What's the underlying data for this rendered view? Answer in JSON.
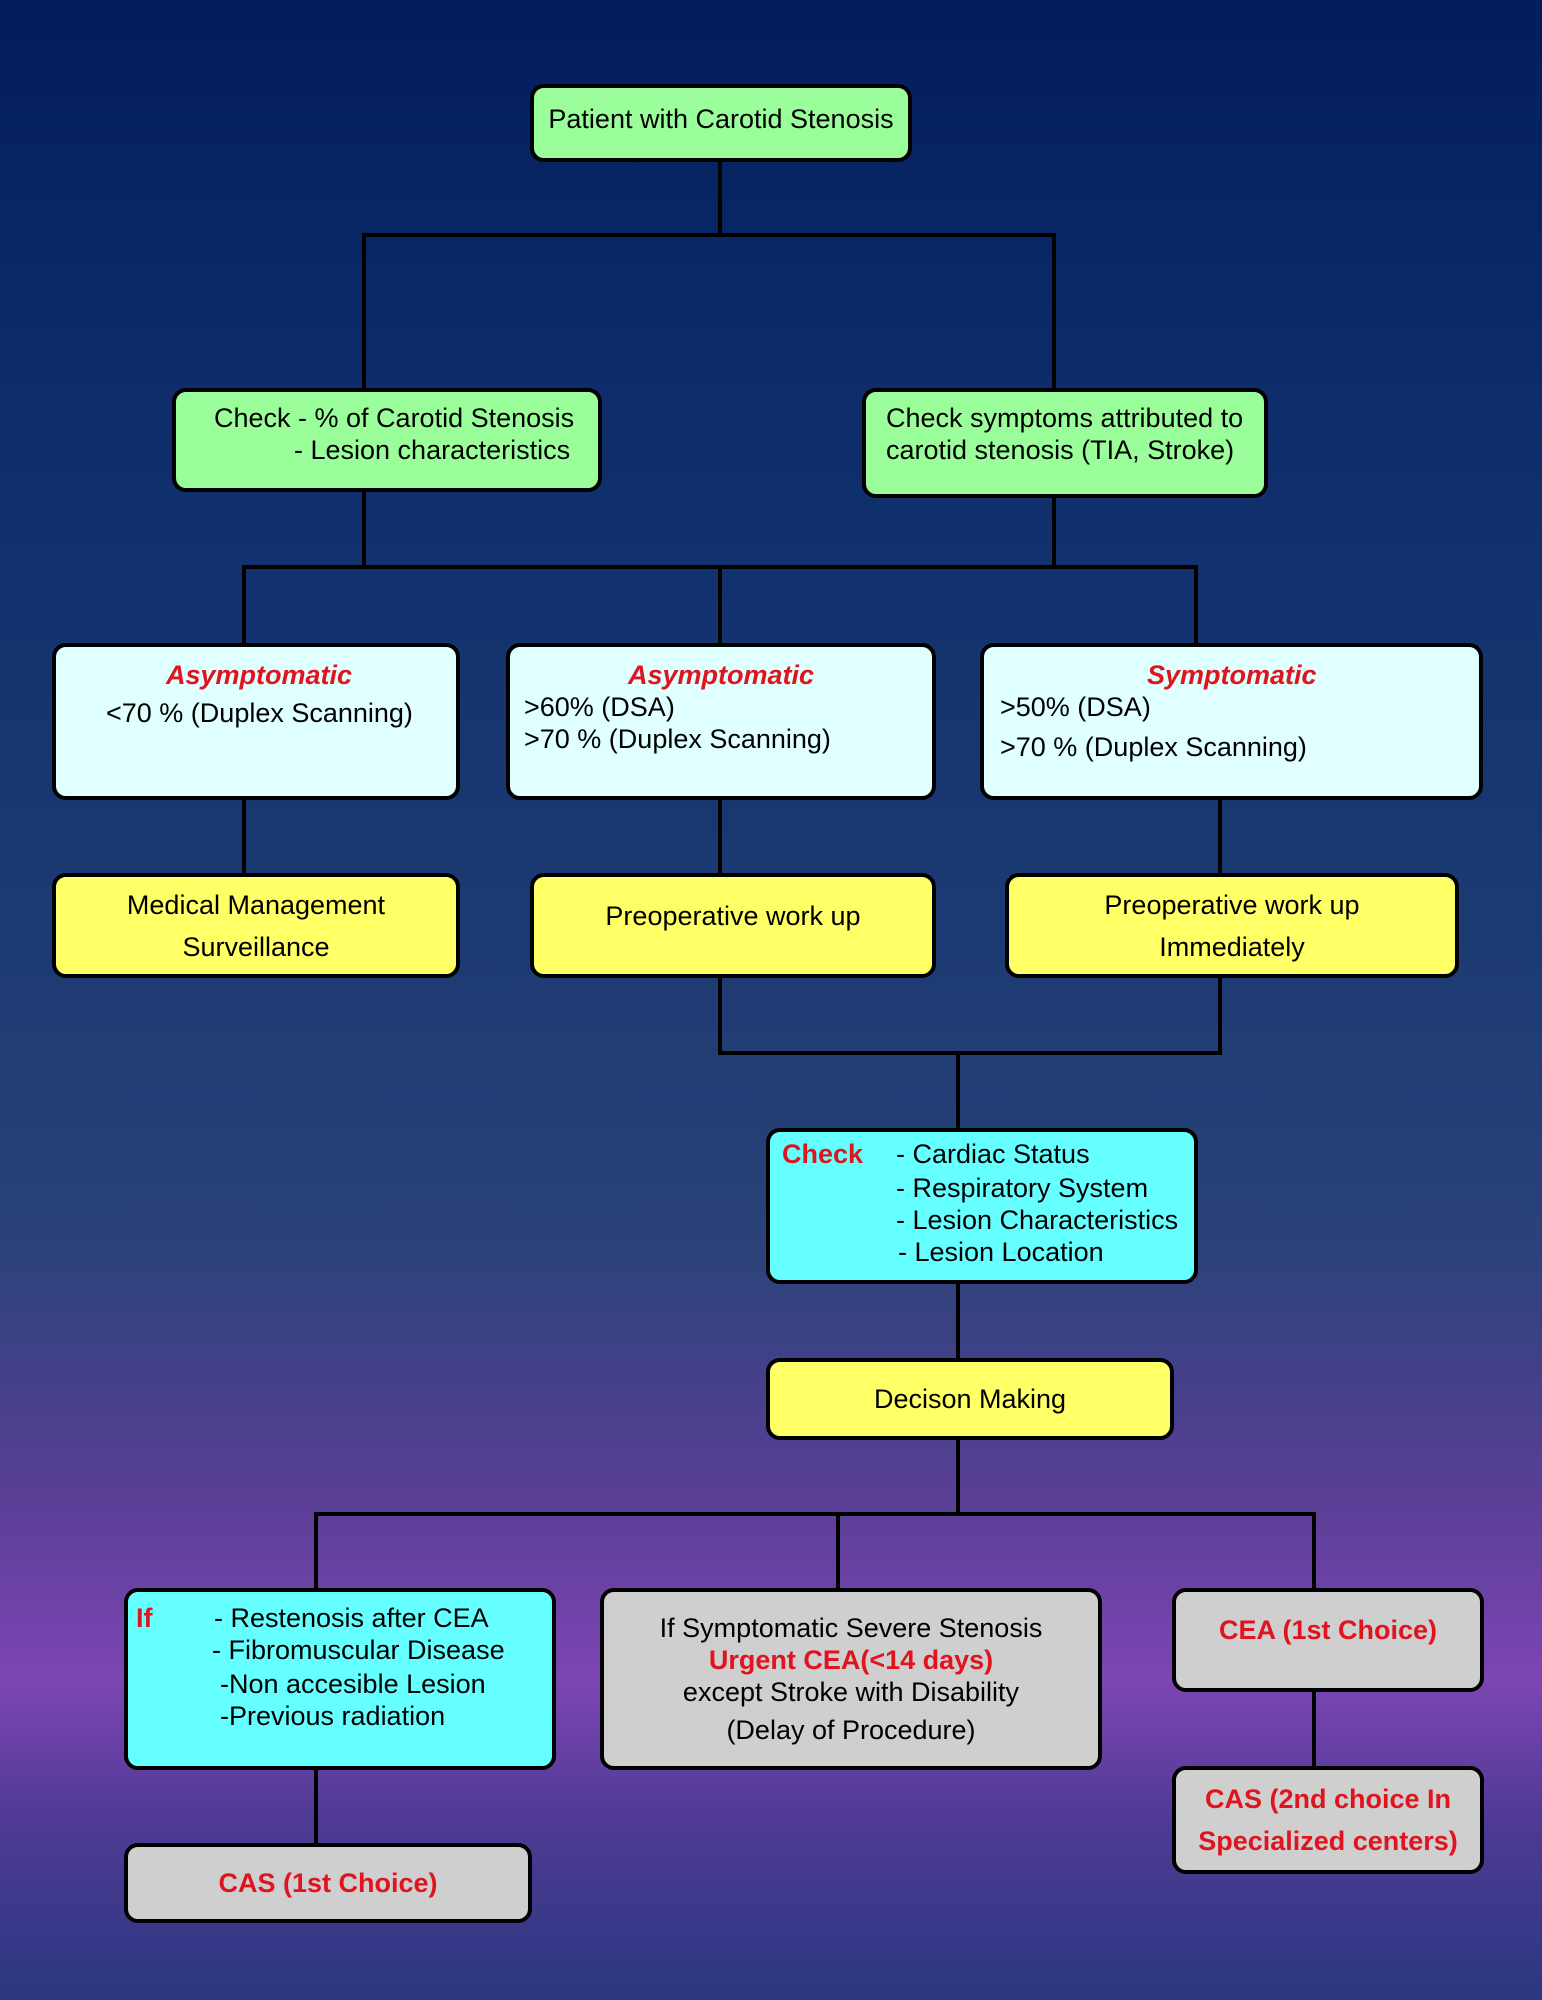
{
  "nodes": {
    "root": {
      "text": "Patient with Carotid Stenosis"
    },
    "check_stenosis": {
      "line1": "Check - % of Carotid Stenosis",
      "line2": "- Lesion  characteristics"
    },
    "check_symptoms": {
      "line1": "Check  symptoms attributed to",
      "line2": "carotid stenosis (TIA, Stroke)"
    },
    "asym_low": {
      "heading": "Asymptomatic",
      "line1": "<70 % (Duplex Scanning)"
    },
    "asym_high": {
      "heading": "Asymptomatic",
      "line1": ">60% (DSA)",
      "line2": ">70 % (Duplex Scanning)"
    },
    "sym": {
      "heading": "Symptomatic",
      "line1": ">50% (DSA)",
      "line2": ">70 % (Duplex Scanning)"
    },
    "medical": {
      "line1": "Medical Management",
      "line2": "Surveillance"
    },
    "preop": {
      "text": "Preoperative work up"
    },
    "preop_immediate": {
      "line1": "Preoperative work up",
      "line2": "Immediately"
    },
    "check_status": {
      "label": "Check",
      "items": [
        "- Cardiac Status",
        "- Respiratory System",
        "- Lesion Characteristics",
        "- Lesion Location"
      ]
    },
    "decision": {
      "text": "Decison Making"
    },
    "if_box": {
      "label": "If",
      "items": [
        "- Restenosis after CEA",
        "- Fibromuscular Disease",
        "-Non accesible Lesion",
        "-Previous radiation"
      ]
    },
    "urgent": {
      "line1": "If Symptomatic Severe Stenosis",
      "line2": "Urgent CEA(<14 days)",
      "line3": "except Stroke with Disability",
      "line4": "(Delay of Procedure)"
    },
    "cea_first": {
      "text": "CEA (1st Choice)"
    },
    "cas_second": {
      "line1": "CAS (2nd  choice In",
      "line2": "Specialized centers)"
    },
    "cas_first": {
      "text": "CAS (1st Choice)"
    }
  },
  "colors": {
    "green_box": "#9afe9a",
    "pale_cyan_box": "#e0ffff",
    "yellow_box": "#ffff66",
    "cyan_box": "#66ffff",
    "grey_box": "#cfcfcf",
    "emphasis_red": "#e0141e",
    "connector": "#000000"
  }
}
